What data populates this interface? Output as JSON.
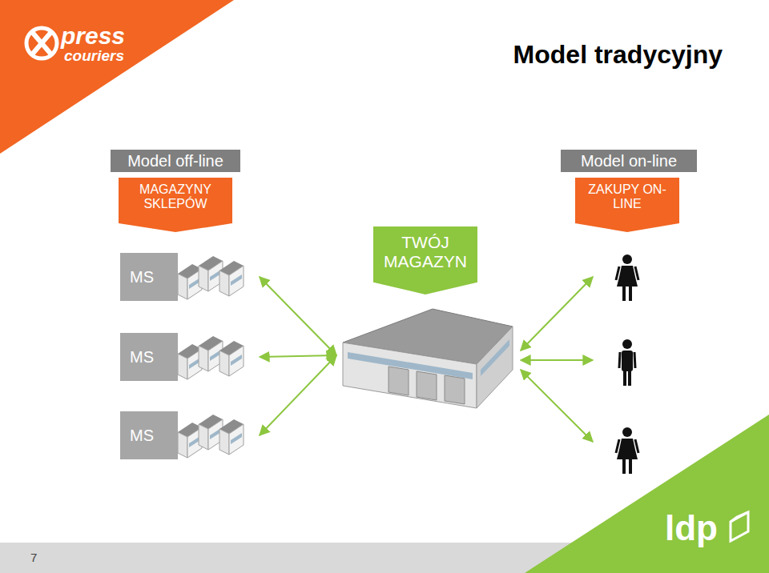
{
  "diagram": {
    "title": "Model tradycyjny",
    "nodes": [
      {
        "text": [
          "Model off-line"
        ]
      },
      {
        "text": [
          "MAGAZYNY SKLEPÓW"
        ]
      },
      {
        "text": [
          "Model on-line"
        ]
      },
      {
        "text": [
          "ZAKUPY ON-LINE"
        ]
      },
      {
        "text": [
          "TWÓJ MAGAZYN"
        ]
      },
      {
        "text": [
          "MS"
        ]
      },
      {
        "text": [
          "MS"
        ]
      },
      {
        "text": [
          "MS"
        ]
      }
    ],
    "edges": [
      {
        "from": 5,
        "to": 4,
        "arrow": "both"
      },
      {
        "from": 6,
        "to": 4,
        "arrow": "both"
      },
      {
        "from": 7,
        "to": 4,
        "arrow": "both"
      }
    ],
    "labels": [
      "press",
      "couriers",
      "ldp",
      "7"
    ]
  }
}
